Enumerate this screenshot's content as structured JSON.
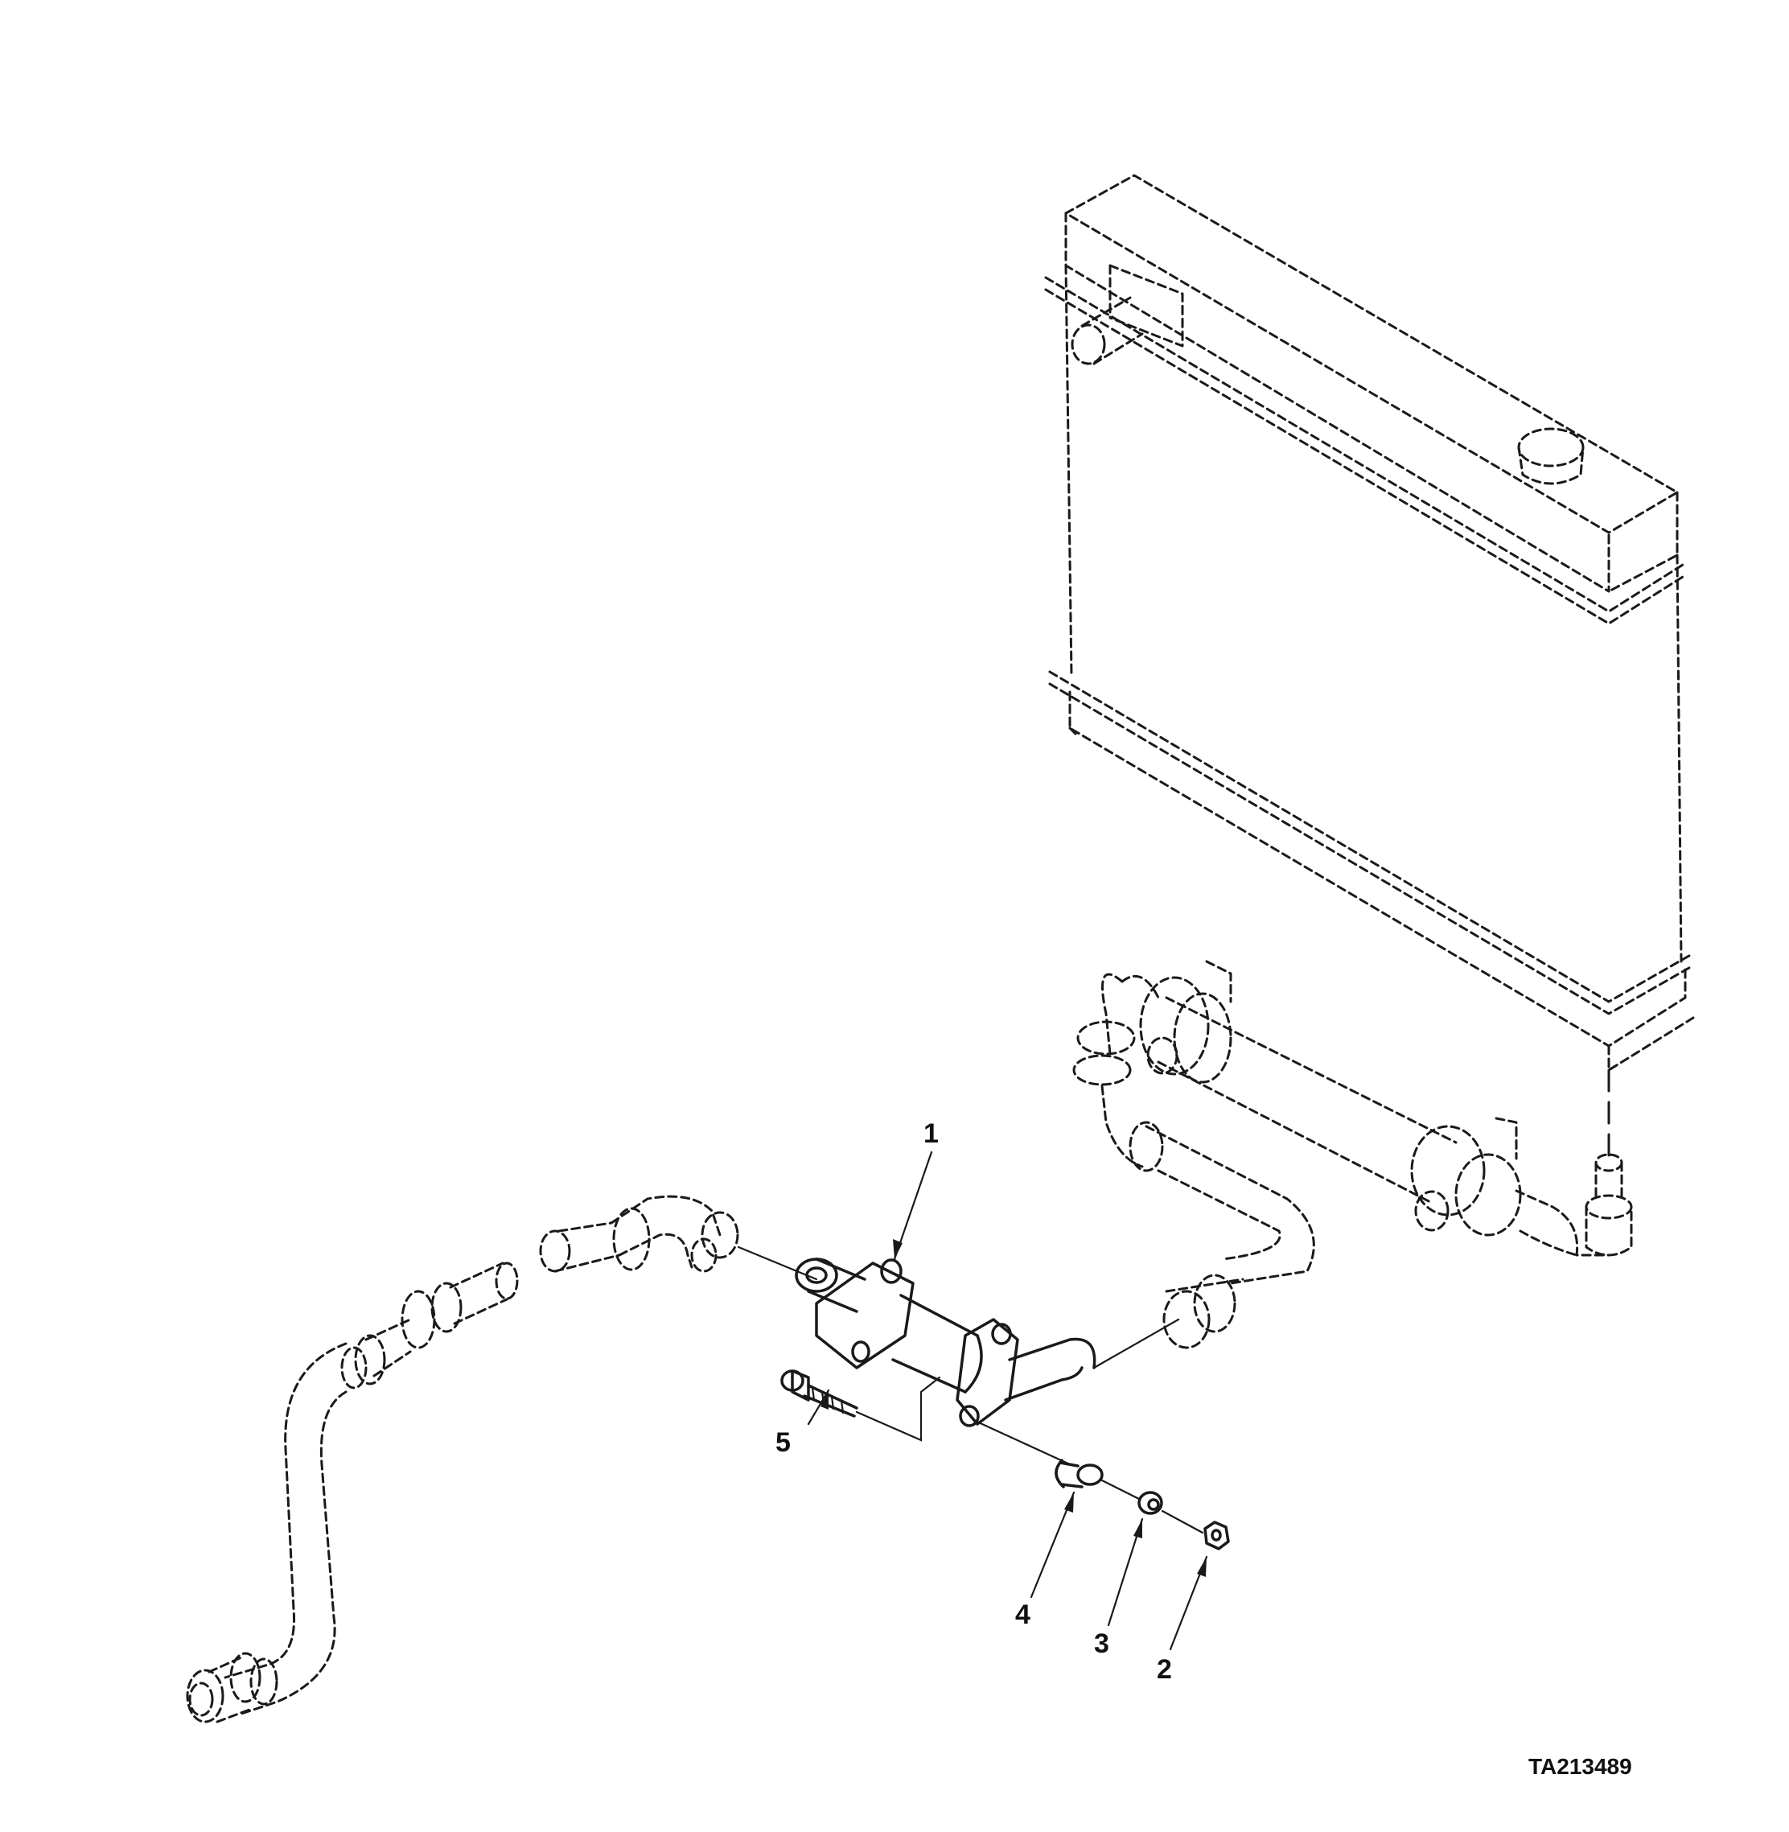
{
  "figure": {
    "id": "TA213489",
    "callouts": [
      {
        "label": "1",
        "part": "thermostat-housing"
      },
      {
        "label": "2",
        "part": "nut"
      },
      {
        "label": "3",
        "part": "lock-washer"
      },
      {
        "label": "4",
        "part": "spacer"
      },
      {
        "label": "5",
        "part": "bolt"
      }
    ]
  },
  "colors": {
    "ink": "#1a1a1a",
    "paper": "#ffffff"
  }
}
